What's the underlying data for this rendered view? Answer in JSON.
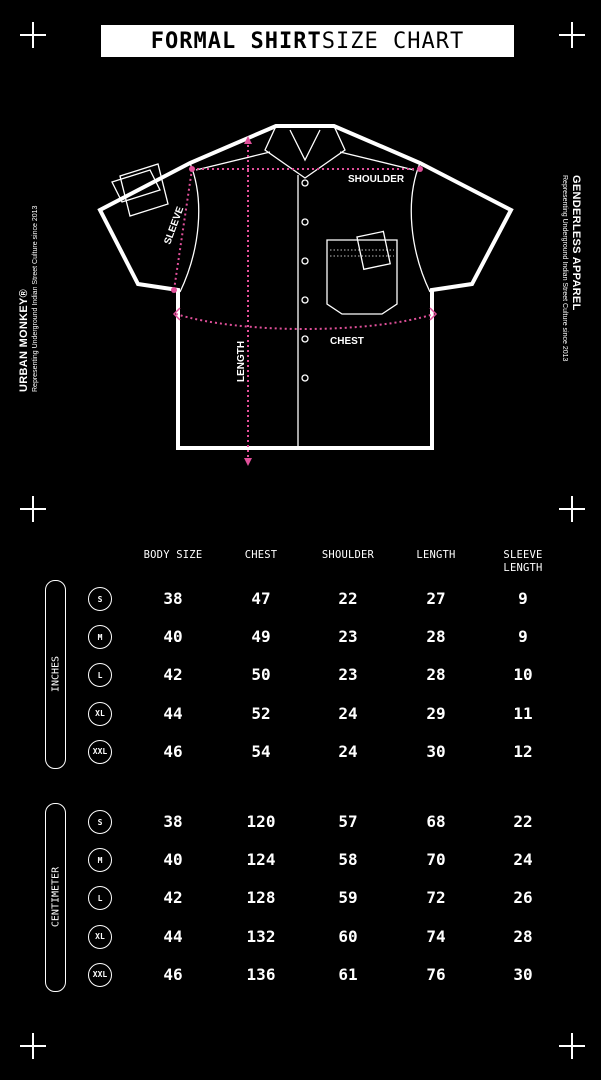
{
  "title": {
    "bold": "FORMAL SHIRT",
    "rest": "SIZE CHART"
  },
  "brand_left": {
    "name": "URBAN MONKEY®",
    "tagline": "Representing  Underground Indian Street Culture since 2013"
  },
  "brand_right": {
    "name": "GENDERLESS APPAREL",
    "tagline": "Representing  Underground Indian Street Culture since 2013"
  },
  "diagram_labels": {
    "shoulder": "SHOULDER",
    "sleeve": "SLEEVE",
    "chest": "CHEST",
    "length": "LENGTH"
  },
  "colors": {
    "background": "#000000",
    "foreground": "#ffffff",
    "measure": "#e0509a"
  },
  "table": {
    "headers": [
      "BODY SIZE",
      "CHEST",
      "SHOULDER",
      "LENGTH",
      "SLEEVE\nLENGTH"
    ],
    "sections": [
      {
        "unit": "INCHES",
        "rows": [
          {
            "size": "S",
            "values": [
              "38",
              "47",
              "22",
              "27",
              "9"
            ]
          },
          {
            "size": "M",
            "values": [
              "40",
              "49",
              "23",
              "28",
              "9"
            ]
          },
          {
            "size": "L",
            "values": [
              "42",
              "50",
              "23",
              "28",
              "10"
            ]
          },
          {
            "size": "XL",
            "values": [
              "44",
              "52",
              "24",
              "29",
              "11"
            ]
          },
          {
            "size": "XXL",
            "values": [
              "46",
              "54",
              "24",
              "30",
              "12"
            ]
          }
        ]
      },
      {
        "unit": "CENTIMETER",
        "rows": [
          {
            "size": "S",
            "values": [
              "38",
              "120",
              "57",
              "68",
              "22"
            ]
          },
          {
            "size": "M",
            "values": [
              "40",
              "124",
              "58",
              "70",
              "24"
            ]
          },
          {
            "size": "L",
            "values": [
              "42",
              "128",
              "59",
              "72",
              "26"
            ]
          },
          {
            "size": "XL",
            "values": [
              "44",
              "132",
              "60",
              "74",
              "28"
            ]
          },
          {
            "size": "XXL",
            "values": [
              "46",
              "136",
              "61",
              "76",
              "30"
            ]
          }
        ]
      }
    ]
  }
}
